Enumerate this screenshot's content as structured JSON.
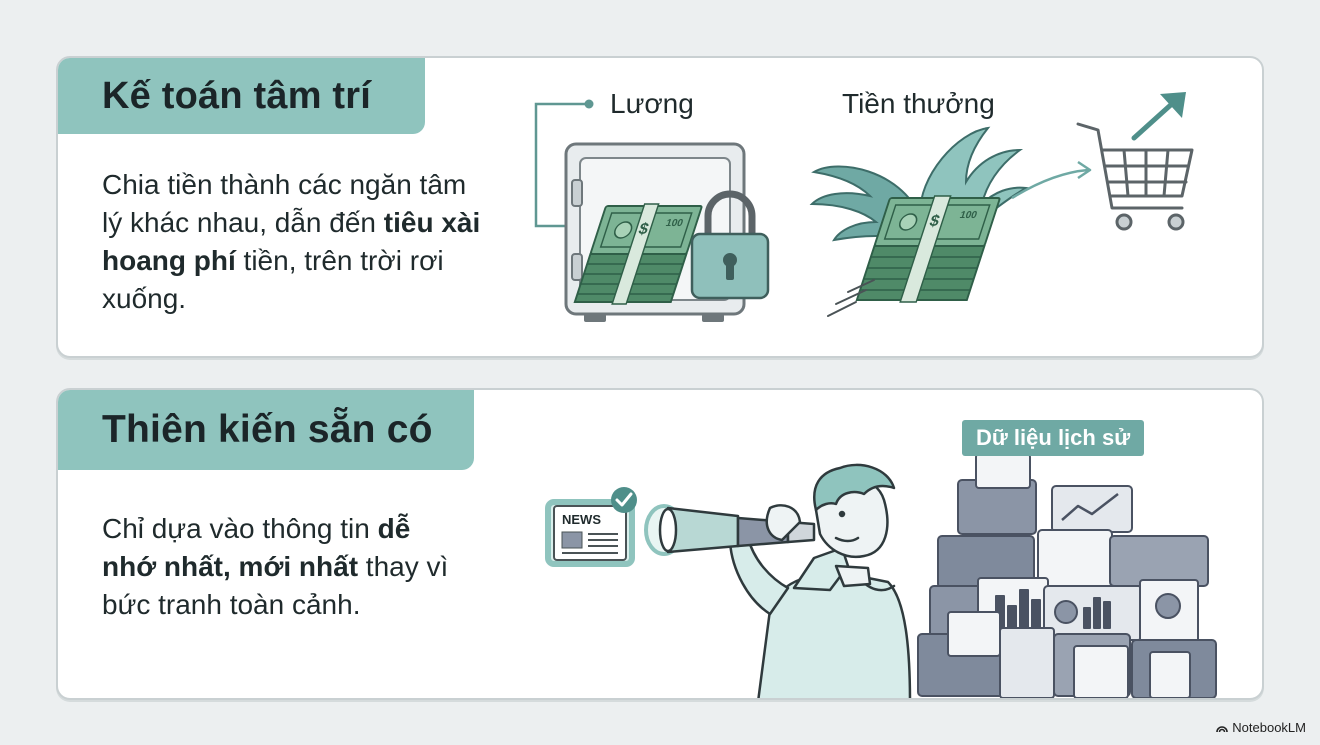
{
  "cards": [
    {
      "title": "Kế toán tâm trí",
      "text_parts": [
        "Chia tiền thành các ngăn tâm lý khác nhau, dẫn đến ",
        "tiêu xài hoang phí",
        " tiền, trên trời rơi xuống."
      ],
      "labels": {
        "salary": "Lương",
        "bonus": "Tiền thưởng"
      },
      "bill_value": "100"
    },
    {
      "title": "Thiên kiến sẵn có",
      "text_parts": [
        "Chỉ dựa vào thông tin ",
        "dễ nhớ nhất, mới nhất",
        " thay vì bức tranh toàn cảnh."
      ],
      "labels": {
        "history": "Dữ liệu lịch sử",
        "news": "NEWS"
      }
    }
  ],
  "footer": {
    "brand": "NotebookLM"
  },
  "colors": {
    "accent": "#8fc4be",
    "accent_dark": "#4f8f8a",
    "money": "#5c9a78",
    "money_dark": "#2f5f48",
    "folder": "#8b95a6"
  }
}
